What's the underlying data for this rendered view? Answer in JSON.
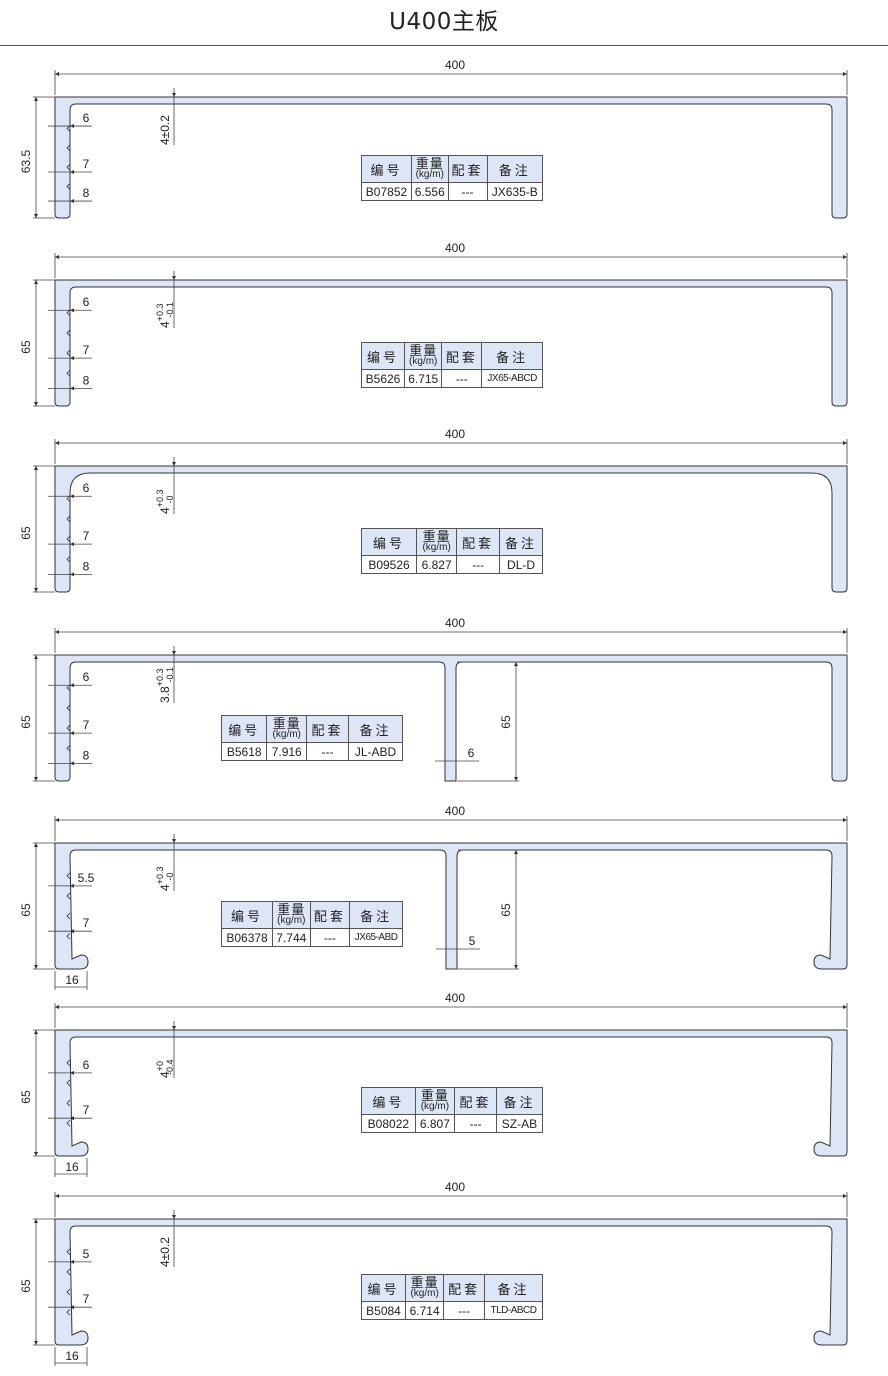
{
  "title": "U400主板",
  "table_headers": {
    "code": "编号",
    "weight": "重量",
    "weight_unit": "(kg/m)",
    "fitting": "配套",
    "remark": "备注"
  },
  "profiles": [
    {
      "code": "B07852",
      "weight": "6.556",
      "fitting": "---",
      "remark": "JX635-B",
      "width": "400",
      "height": "63.5",
      "thickness": "4±0.2",
      "notes": [
        "6",
        "7",
        "8"
      ]
    },
    {
      "code": "B5626",
      "weight": "6.715",
      "fitting": "---",
      "remark": "JX65-ABCD",
      "width": "400",
      "height": "65",
      "thickness": "4",
      "tol_upper": "+0.3",
      "tol_lower": "-0.1",
      "notes": [
        "6",
        "7",
        "8"
      ]
    },
    {
      "code": "B09526",
      "weight": "6.827",
      "fitting": "---",
      "remark": "DL-D",
      "width": "400",
      "height": "65",
      "thickness": "4",
      "tol_upper": "+0.3",
      "tol_lower": "-0",
      "notes": [
        "6",
        "7",
        "8"
      ]
    },
    {
      "code": "B5618",
      "weight": "7.916",
      "fitting": "---",
      "remark": "JL-ABD",
      "width": "400",
      "height": "65",
      "thickness": "3.8",
      "tol_upper": "+0.3",
      "tol_lower": "-0.1",
      "notes": [
        "6",
        "7",
        "8"
      ],
      "rib_height": "65",
      "rib_width": "6"
    },
    {
      "code": "B06378",
      "weight": "7.744",
      "fitting": "---",
      "remark": "JX65-ABD",
      "width": "400",
      "height": "65",
      "thickness": "4",
      "tol_upper": "+0.3",
      "tol_lower": "-0",
      "notes": [
        "5.5",
        "7"
      ],
      "hook_width": "16",
      "rib_height": "65",
      "rib_width": "5"
    },
    {
      "code": "B08022",
      "weight": "6.807",
      "fitting": "---",
      "remark": "SZ-AB",
      "width": "400",
      "height": "65",
      "thickness": "4",
      "tol_upper": "+0",
      "tol_lower": "-0.4",
      "notes": [
        "6",
        "7"
      ],
      "hook_width": "16"
    },
    {
      "code": "B5084",
      "weight": "6.714",
      "fitting": "---",
      "remark": "TLD-ABCD",
      "width": "400",
      "height": "65",
      "thickness": "4±0.2",
      "notes": [
        "5",
        "7"
      ],
      "hook_width": "16"
    }
  ],
  "colors": {
    "profile_fill": "#dde6f6",
    "line": "#333333",
    "dim_line": "#444444"
  }
}
